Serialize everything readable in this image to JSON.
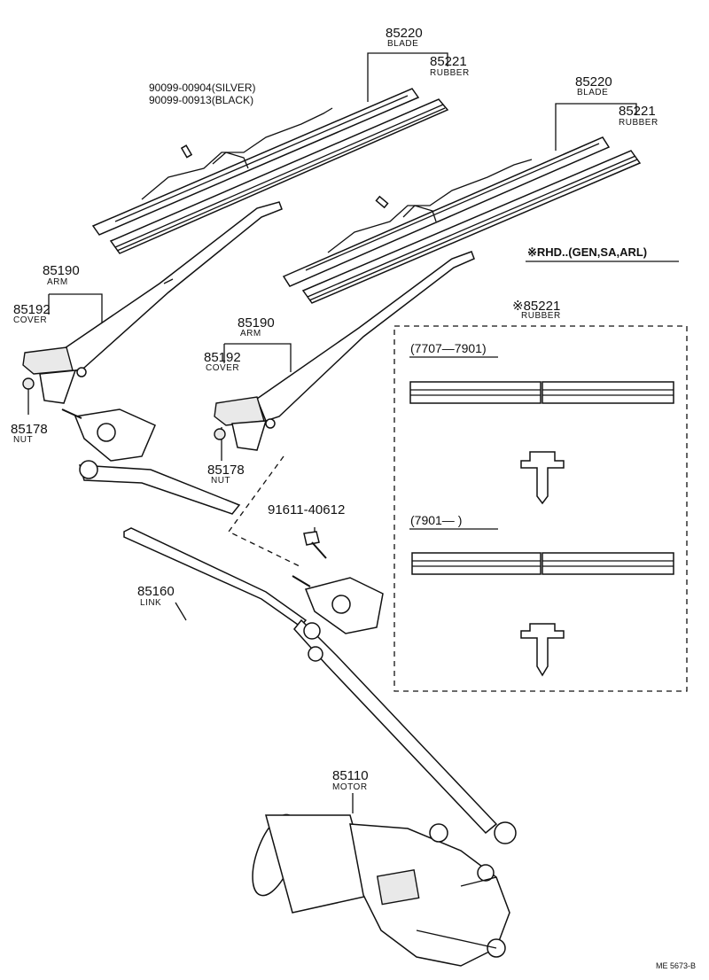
{
  "labels": {
    "blade_upper_num": "85220",
    "blade_upper_name": "BLADE",
    "rubber_upper_num": "85221",
    "rubber_upper_name": "RUBBER",
    "screw_silver": "90099-00904(SILVER)",
    "screw_black": "90099-00913(BLACK)",
    "blade_right_num": "85220",
    "blade_right_name": "BLADE",
    "rubber_right_num": "85221",
    "rubber_right_name": "RUBBER",
    "rhd_note": "※RHD..(GEN,SA,ARL)",
    "rubber_box_num": "※85221",
    "rubber_box_name": "RUBBER",
    "range_early": "(7707—7901)",
    "range_late": "(7901—        )",
    "arm_left_num": "85190",
    "arm_left_name": "ARM",
    "cover_left_num": "85192",
    "cover_left_name": "COVER",
    "nut_left_num": "85178",
    "nut_left_name": "NUT",
    "arm_right_num": "85190",
    "arm_right_name": "ARM",
    "cover_right_num": "85192",
    "cover_right_name": "COVER",
    "nut_right_num": "85178",
    "nut_right_name": "NUT",
    "bolt_num": "91611-40612",
    "link_num": "85160",
    "link_name": "LINK",
    "motor_num": "85110",
    "motor_name": "MOTOR",
    "drawing_code": "ME 5673-B"
  }
}
